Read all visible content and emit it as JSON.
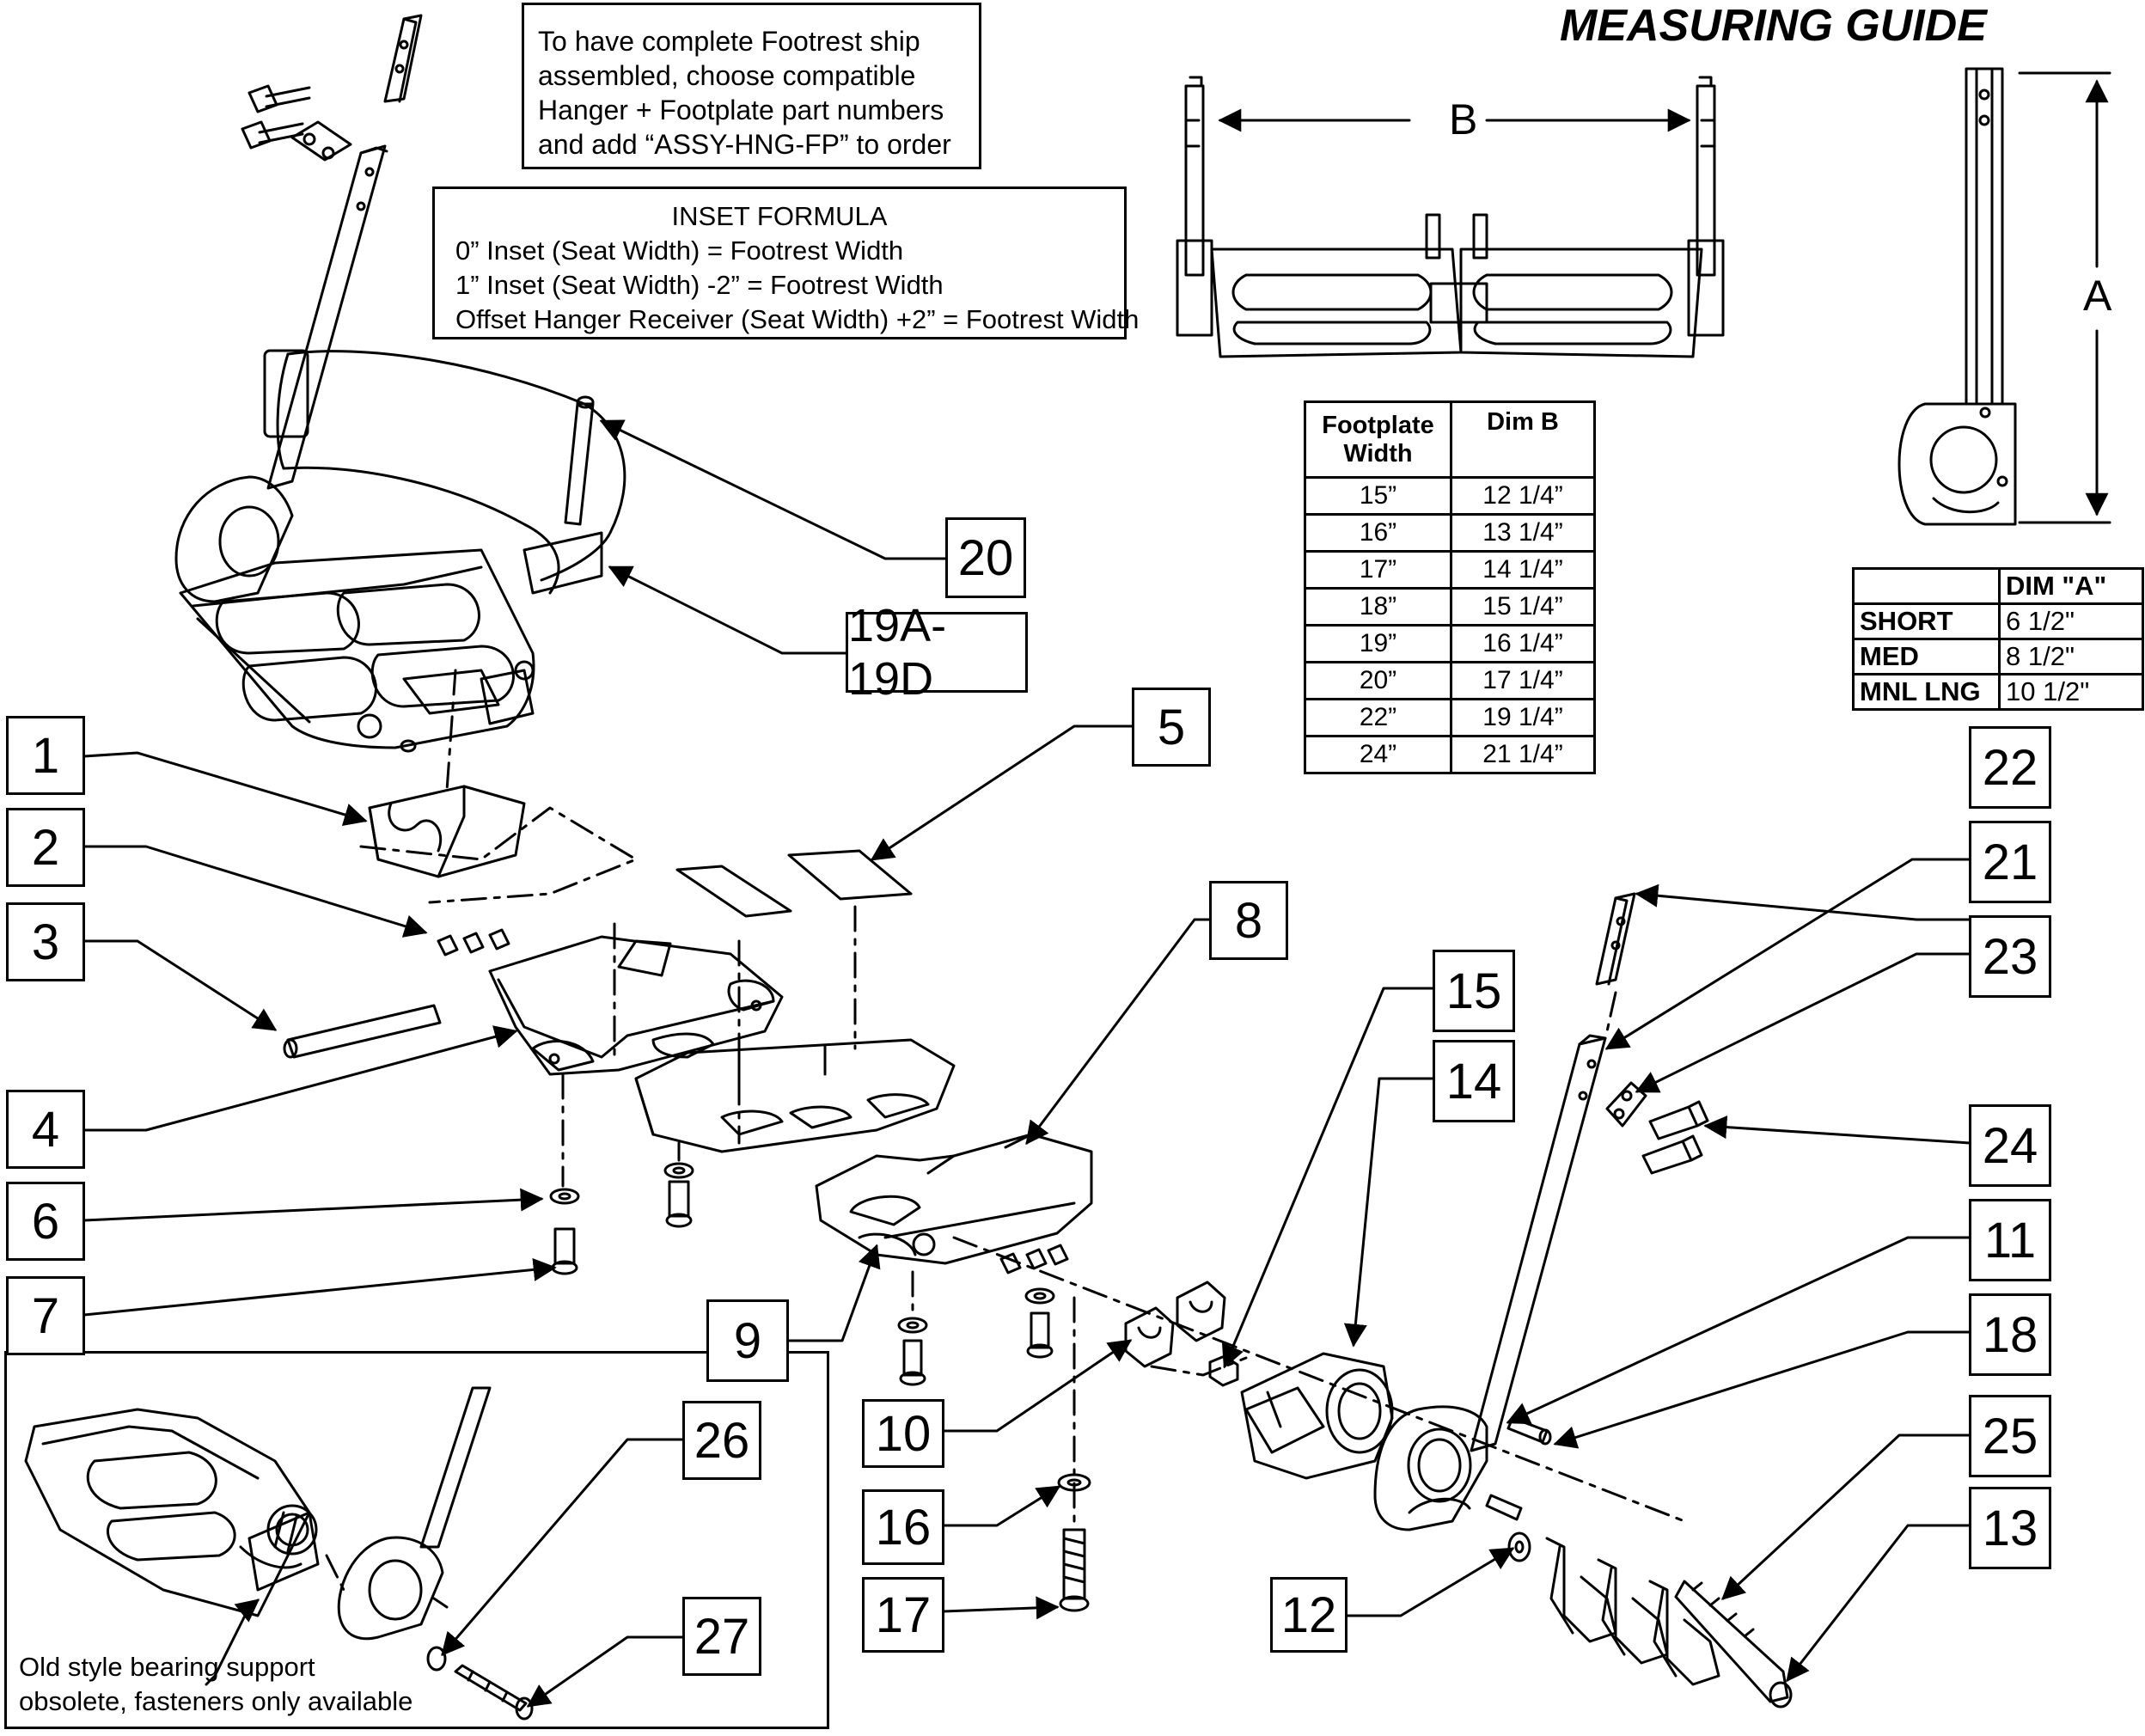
{
  "notes": {
    "ship_assembled": [
      "To have complete Footrest ship",
      "assembled, choose compatible",
      "Hanger + Footplate part numbers",
      "and add “ASSY-HNG-FP” to order"
    ],
    "inset_formula": {
      "title": "INSET FORMULA",
      "lines": [
        "0” Inset (Seat Width) = Footrest Width",
        "1” Inset (Seat Width) -2” = Footrest Width",
        "Offset Hanger Receiver (Seat Width) +2” = Footrest Width"
      ]
    },
    "old_style": [
      "Old style bearing support",
      "obsolete, fasteners only available"
    ]
  },
  "measuring_guide": {
    "title": "MEASURING GUIDE",
    "dim_b_label": "B",
    "dim_a_label": "A",
    "table_b": {
      "headers": [
        "Footplate Width",
        "Dim B"
      ],
      "rows": [
        [
          "15”",
          "12 1/4”"
        ],
        [
          "16”",
          "13 1/4”"
        ],
        [
          "17”",
          "14 1/4”"
        ],
        [
          "18”",
          "15 1/4”"
        ],
        [
          "19”",
          "16 1/4”"
        ],
        [
          "20”",
          "17 1/4”"
        ],
        [
          "22”",
          "19 1/4”"
        ],
        [
          "24”",
          "21 1/4”"
        ]
      ]
    },
    "table_a": {
      "headers": [
        "",
        "DIM \"A\""
      ],
      "rows": [
        [
          "SHORT",
          "6 1/2\""
        ],
        [
          "MED",
          "8 1/2\""
        ],
        [
          "MNL LNG",
          "10 1/2\""
        ]
      ]
    }
  },
  "callouts": {
    "c1": "1",
    "c2": "2",
    "c3": "3",
    "c4": "4",
    "c5": "5",
    "c6": "6",
    "c7": "7",
    "c8": "8",
    "c9": "9",
    "c10": "10",
    "c11": "11",
    "c12": "12",
    "c13": "13",
    "c14": "14",
    "c15": "15",
    "c16": "16",
    "c17": "17",
    "c18": "18",
    "c19": "19A-19D",
    "c20": "20",
    "c21": "21",
    "c22": "22",
    "c23": "23",
    "c24": "24",
    "c25": "25",
    "c26": "26",
    "c27": "27"
  }
}
